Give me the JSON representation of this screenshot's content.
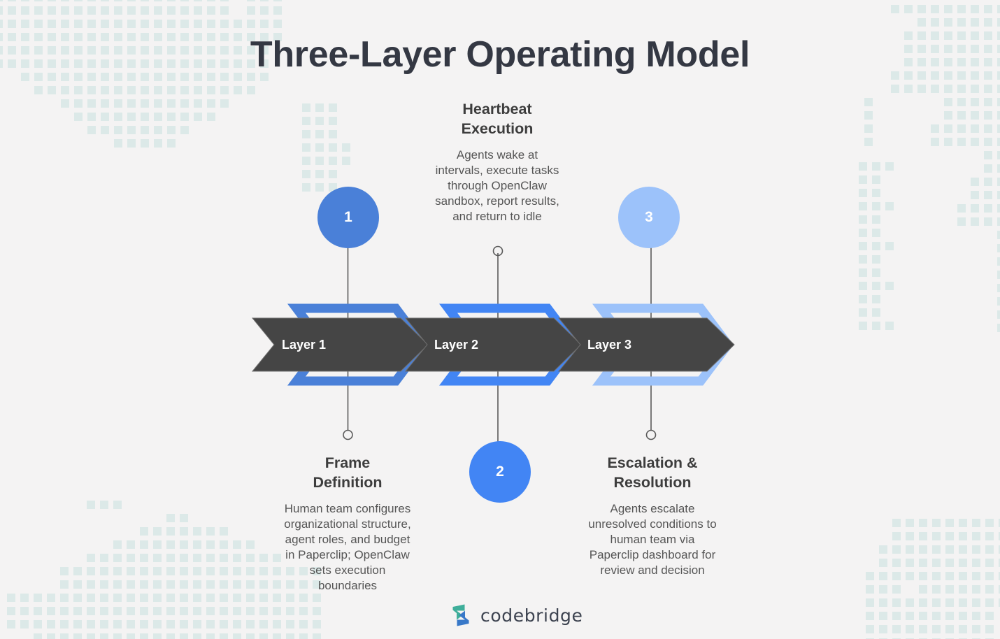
{
  "page": {
    "title": "Three-Layer Operating Model",
    "background_color": "#f4f3f3",
    "map_dot_color": "#dce9e8"
  },
  "chart_data": {
    "type": "diagram",
    "subtype": "three-step-chevron-process",
    "title": "Three-Layer Operating Model",
    "steps": [
      {
        "number": "1",
        "band_label": "Layer 1",
        "callout_title": "Frame Definition",
        "callout_body": "Human team configures organizational structure, agent roles, and budget in Paperclip; OpenClaw sets execution boundaries",
        "callout_position": "bottom",
        "marker_position": "top",
        "accent_color": "#4a80d8",
        "band_color": "#454545"
      },
      {
        "number": "2",
        "band_label": "Layer 2",
        "callout_title": "Heartbeat Execution",
        "callout_body": "Agents wake at intervals, execute tasks through OpenClaw sandbox, report results, and return to idle",
        "callout_position": "top",
        "marker_position": "bottom",
        "accent_color": "#4285f4",
        "band_color": "#454545"
      },
      {
        "number": "3",
        "band_label": "Layer 3",
        "callout_title": "Escalation & Resolution",
        "callout_body": "Agents escalate unresolved conditions to human team via Paperclip dashboard for review and decision",
        "callout_position": "bottom",
        "marker_position": "top",
        "accent_color": "#9cc2fa",
        "band_color": "#454545"
      }
    ]
  },
  "callouts": {
    "top_center": {
      "title_line_1": "Heartbeat",
      "title_line_2": "Execution",
      "body": "Agents wake at intervals, execute tasks through OpenClaw sandbox, report results, and return to idle"
    },
    "bottom_left": {
      "title_line_1": "Frame",
      "title_line_2": "Definition",
      "body": "Human team configures organizational structure, agent roles, and budget in Paperclip; OpenClaw sets execution boundaries"
    },
    "bottom_right": {
      "title_line_1": "Escalation &",
      "title_line_2": "Resolution",
      "body": "Agents escalate unresolved conditions to human team via Paperclip dashboard for review and decision"
    }
  },
  "bands": {
    "layer_1": "Layer 1",
    "layer_2": "Layer 2",
    "layer_3": "Layer 3"
  },
  "markers": {
    "one": "1",
    "two": "2",
    "three": "3"
  },
  "footer": {
    "logo_text": "codebridge",
    "logo_icon": "codebridge-bolt-icon",
    "logo_color_left": "#3fae9a",
    "logo_color_right": "#3878c8"
  }
}
